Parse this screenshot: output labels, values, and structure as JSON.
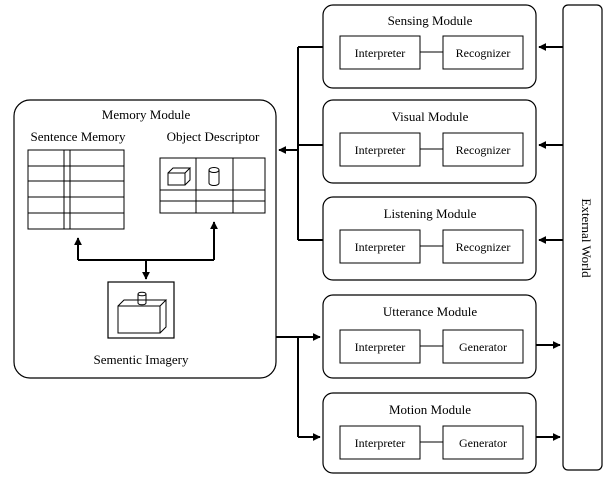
{
  "memory_module": {
    "title": "Memory Module",
    "sentence_memory_label": "Sentence Memory",
    "object_descriptor_label": "Object Descriptor",
    "semantic_imagery_label": "Sementic Imagery"
  },
  "modules": {
    "sensing": {
      "title": "Sensing Module",
      "left": "Interpreter",
      "right": "Recognizer"
    },
    "visual": {
      "title": "Visual Module",
      "left": "Interpreter",
      "right": "Recognizer"
    },
    "listening": {
      "title": "Listening Module",
      "left": "Interpreter",
      "right": "Recognizer"
    },
    "utterance": {
      "title": "Utterance Module",
      "left": "Interpreter",
      "right": "Generator"
    },
    "motion": {
      "title": "Motion Module",
      "left": "Interpreter",
      "right": "Generator"
    }
  },
  "external_world": {
    "label": "External World"
  }
}
